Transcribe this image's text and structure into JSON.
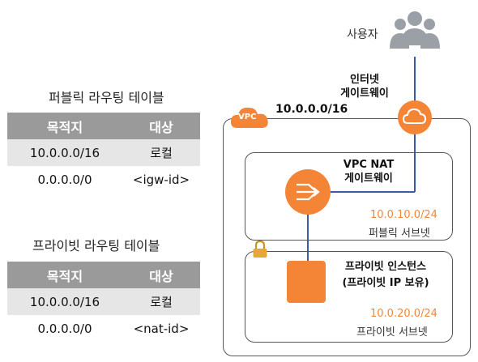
{
  "users_label": "사용자",
  "igw_label": [
    "인터넷",
    "게이트웨이"
  ],
  "vpc_badge": "VPC",
  "vpc_cidr": "10.0.0.0/16",
  "nat_label": [
    "VPC NAT",
    "게이트웨이"
  ],
  "public_subnet": {
    "cidr": "10.0.10.0/24",
    "name": "퍼블릭 서브넷"
  },
  "private_subnet": {
    "cidr": "10.0.20.0/24",
    "name": "프라이빗 서브넷"
  },
  "instance_label": [
    "프라이빗 인스턴스",
    "(프라이빗 IP 보유)"
  ],
  "public_table": {
    "title": "퍼블릭 라우팅 테이블",
    "headers": [
      "목적지",
      "대상"
    ],
    "rows": [
      [
        "10.0.0.0/16",
        "로컬"
      ],
      [
        "0.0.0.0/0",
        "<igw-id>"
      ]
    ]
  },
  "private_table": {
    "title": "프라이빗 라우팅 테이블",
    "headers": [
      "목적지",
      "대상"
    ],
    "rows": [
      [
        "10.0.0.0/16",
        "로컬"
      ],
      [
        "0.0.0.0/0",
        "<nat-id>"
      ]
    ]
  },
  "colors": {
    "aws_orange": "#f58536",
    "line_blue": "#3b5ba9",
    "header_gray": "#9a9a9a",
    "row_gray": "#e6e6e6",
    "user_gray": "#9aa0a6"
  },
  "icons": [
    "users-icon",
    "cloud-icon",
    "nat-router-icon",
    "instance-icon",
    "lock-icon"
  ]
}
